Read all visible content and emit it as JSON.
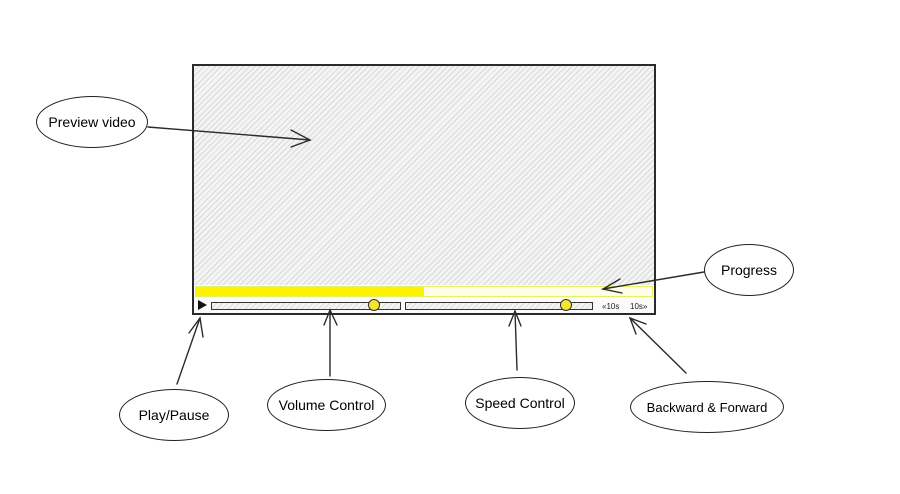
{
  "player": {
    "progress_fraction": 0.5,
    "volume_level": 0.86,
    "speed_level": 0.86,
    "play_icon": "play-icon",
    "seek_back_label": "«10s",
    "seek_forward_label": "10s»"
  },
  "callouts": {
    "preview": "Preview video",
    "progress": "Progress",
    "play_pause": "Play/Pause",
    "volume": "Volume Control",
    "speed": "Speed Control",
    "backward_forward": "Backward & Forward"
  },
  "colors": {
    "progress_fill": "#fff200",
    "knob": "#f5e62c",
    "stroke": "#2b2b2b"
  }
}
